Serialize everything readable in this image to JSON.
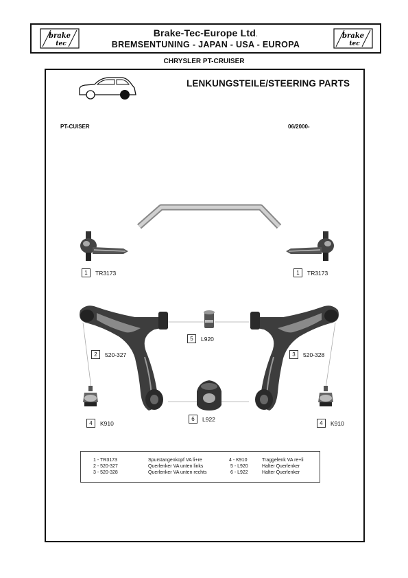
{
  "header": {
    "logo_text_top": "brake",
    "logo_text_bottom": "tec",
    "company": "Brake-Tec-Europe Ltd",
    "company_dot": ".",
    "tagline": "BREMSENTUNING - JAPAN - USA - EUROPA"
  },
  "model_title": "CHRYSLER PT-CRUISER",
  "section_title": "LENKUNGSTEILE/STEERING PARTS",
  "model_code": "PT-CUISER",
  "date_code": "06/2000-",
  "parts": [
    {
      "num": "1",
      "code": "TR3173"
    },
    {
      "num": "1",
      "code": "TR3173"
    },
    {
      "num": "2",
      "code": "520-327"
    },
    {
      "num": "3",
      "code": "520-328"
    },
    {
      "num": "4",
      "code": "K910"
    },
    {
      "num": "4",
      "code": "K910"
    },
    {
      "num": "5",
      "code": "L920"
    },
    {
      "num": "6",
      "code": "L922"
    }
  ],
  "legend": [
    {
      "code": "1 - TR3173",
      "desc": "Spurstangenkopf VA li+re"
    },
    {
      "code": "2 - 520-327",
      "desc": "Querlenker VA unten links"
    },
    {
      "code": "3 - 520-328",
      "desc": "Querlenker VA unten rechts"
    },
    {
      "code": "4 - K910",
      "desc": "Traggelenk VA re+li"
    },
    {
      "code": "5 - L920",
      "desc": "Halter Querlenker"
    },
    {
      "code": "6 - L922",
      "desc": "Halter Querlenker"
    }
  ]
}
